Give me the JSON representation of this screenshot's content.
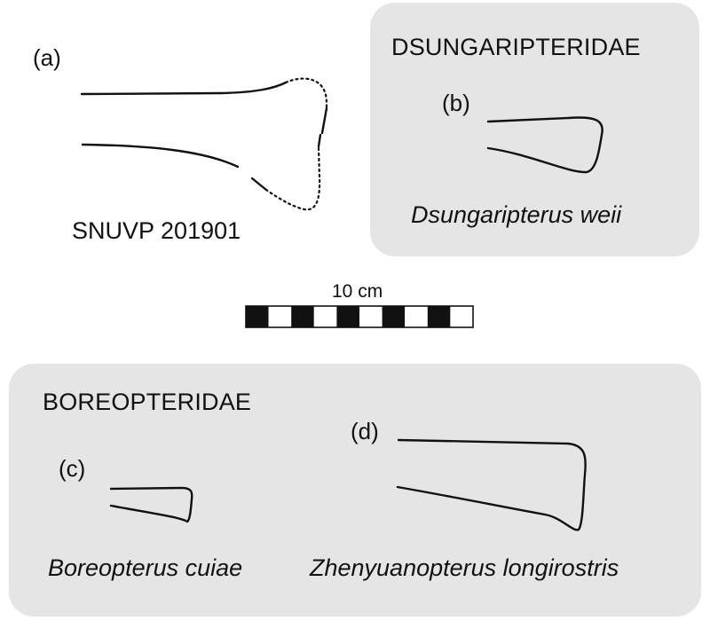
{
  "specimens": [
    {
      "id": "a",
      "label": "(a)",
      "name": "SNUVP 201901",
      "italic": false
    },
    {
      "id": "b",
      "label": "(b)",
      "name": "Dsungaripterus weii",
      "italic": true
    },
    {
      "id": "c",
      "label": "(c)",
      "name": "Boreopterus cuiae",
      "italic": true
    },
    {
      "id": "d",
      "label": "(d)",
      "name": "Zhenyuanopterus longirostris",
      "italic": true
    }
  ],
  "families": {
    "dsungaripteridae": "DSUNGARIPTERIDAE",
    "boreopteridae": "BOREOPTERIDAE"
  },
  "scale_bar": {
    "label": "10 cm",
    "segments": 10
  },
  "colors": {
    "panel": "#e5e5e5",
    "line": "#111111",
    "background": "#ffffff"
  }
}
